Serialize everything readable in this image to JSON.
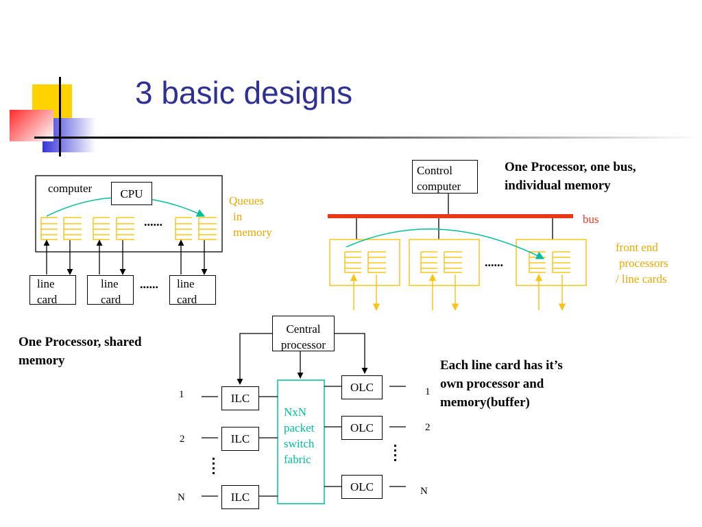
{
  "slide": {
    "title": "3 basic designs"
  },
  "design1": {
    "computer_label": "computer",
    "cpu_label": "CPU",
    "queues_label": [
      "Queues",
      "in",
      "memory"
    ],
    "line_card_label": [
      "line",
      "card"
    ],
    "ellipsis": "......",
    "caption": [
      "One Processor, shared",
      "memory"
    ]
  },
  "design2": {
    "control_label": [
      "Control",
      "computer"
    ],
    "bus_label": "bus",
    "front_end_label": [
      "front end",
      "processors",
      "/ line cards"
    ],
    "ellipsis": "......",
    "caption": [
      "One Processor, one bus,",
      "individual memory"
    ]
  },
  "design3": {
    "central_label": [
      "Central",
      "processor"
    ],
    "fabric_label": [
      "NxN",
      "packet",
      "switch",
      "fabric"
    ],
    "ilc_label": "ILC",
    "olc_label": "OLC",
    "input_ports": [
      "1",
      "2",
      "N"
    ],
    "output_ports": [
      "1",
      "2",
      "N"
    ],
    "caption": [
      "Each line card has it’s",
      "own processor and",
      "memory(buffer)"
    ]
  },
  "colors": {
    "title": "#2e3192",
    "queue": "#f5c518",
    "bus": "#e8391a",
    "arrow": "#00bf9a"
  }
}
